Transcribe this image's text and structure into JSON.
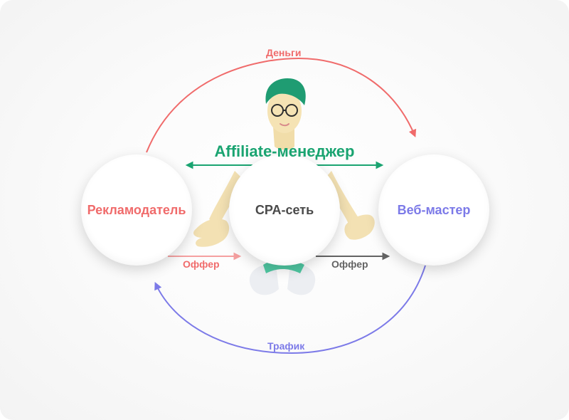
{
  "colors": {
    "red": "#f06b6b",
    "red_light": "#f5a0a0",
    "blue": "#7c7ae8",
    "green": "#1aa471",
    "dark": "#4a4a4a",
    "gray": "#636363"
  },
  "title": "Affiliate-менеджер",
  "nodes": {
    "advertiser": "Рекламодатель",
    "cpa_network": "CPA-сеть",
    "webmaster": "Веб-мастер"
  },
  "flows": {
    "money": "Деньги",
    "offer_left": "Оффер",
    "offer_right": "Оффер",
    "traffic": "Трафик"
  },
  "illustration": "3d-man-with-glasses-icon"
}
